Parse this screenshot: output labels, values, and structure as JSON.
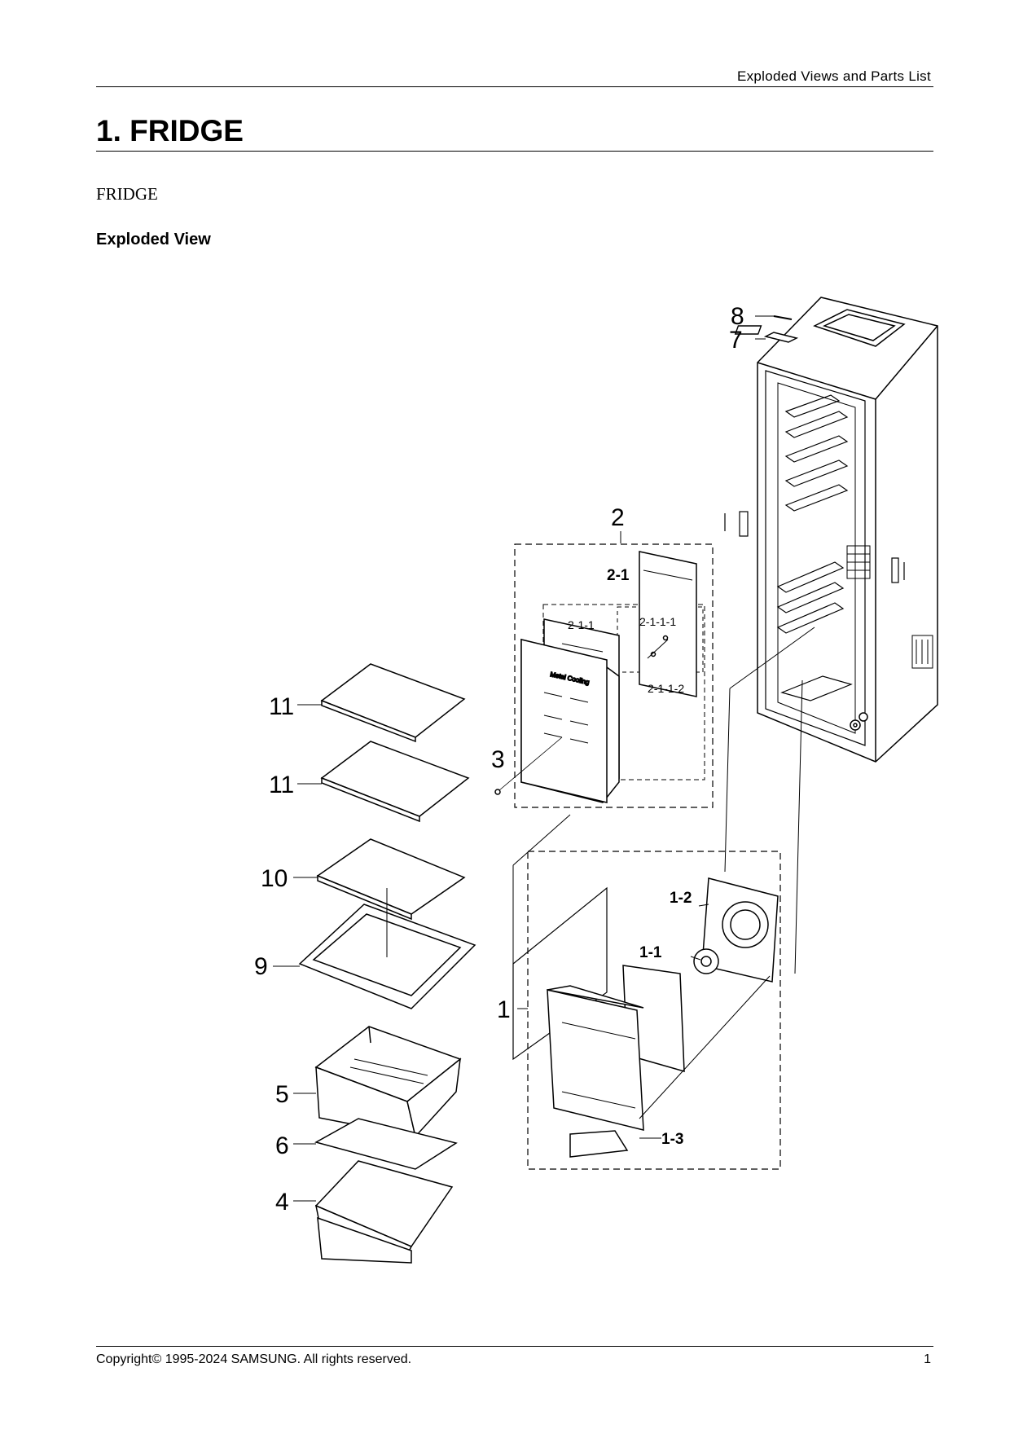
{
  "header": {
    "section_label": "Exploded Views and Parts List"
  },
  "title": "1.  FRIDGE",
  "subtitle": "FRIDGE",
  "section_heading": "Exploded View",
  "callouts": {
    "c8": "8",
    "c7": "7",
    "c2": "2",
    "c2_1": "2-1",
    "c2_1_1": "2-1-1",
    "c2_1_1_1": "2-1-1-1",
    "c2_1_1_2": "2-1-1-2",
    "c3": "3",
    "c11a": "11",
    "c11b": "11",
    "c10": "10",
    "c9": "9",
    "c1": "1",
    "c1_1": "1-1",
    "c1_2": "1-2",
    "c1_3": "1-3",
    "c5": "5",
    "c6": "6",
    "c4": "4"
  },
  "cover_panel_text": "Metal Cooling",
  "footer": {
    "copyright": "Copyright© 1995-2024 SAMSUNG. All rights reserved.",
    "page_number": "1"
  }
}
